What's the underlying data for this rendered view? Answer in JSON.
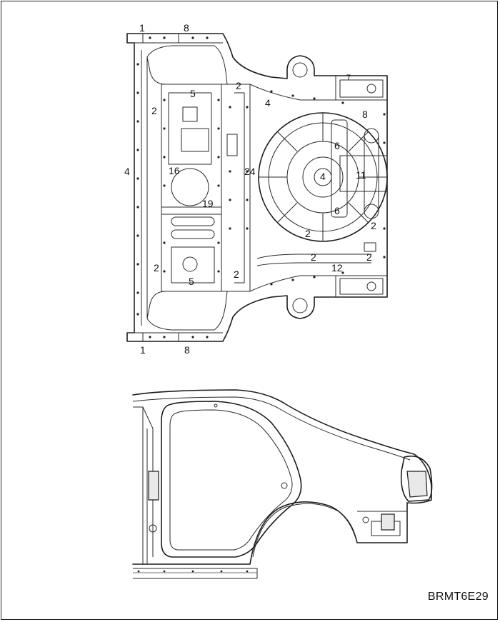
{
  "figure_code": "BRMT6E29",
  "colors": {
    "line": "#1c1c1c",
    "panel_fill": "#e9e9e9",
    "background": "#ffffff"
  },
  "callouts": {
    "c1_top": "1",
    "c8_top": "8",
    "c2_a": "2",
    "c5_top": "5",
    "c4_mid": "4",
    "c7": "7",
    "c8_right": "8",
    "c2_left_top": "2",
    "c4_left": "4",
    "c16": "16",
    "c24": "24",
    "c6_top": "6",
    "c4_center": "4",
    "c11": "11",
    "c19": "19",
    "c6_bottom": "6",
    "c2_right": "2",
    "c2_mid": "2",
    "c2_left_bottom": "2",
    "c2_low_a": "2",
    "c2_low_b": "2",
    "c12": "12",
    "c2_low_c": "2",
    "c5_bottom": "5",
    "c1_bottom": "1",
    "c8_bottom": "8"
  }
}
